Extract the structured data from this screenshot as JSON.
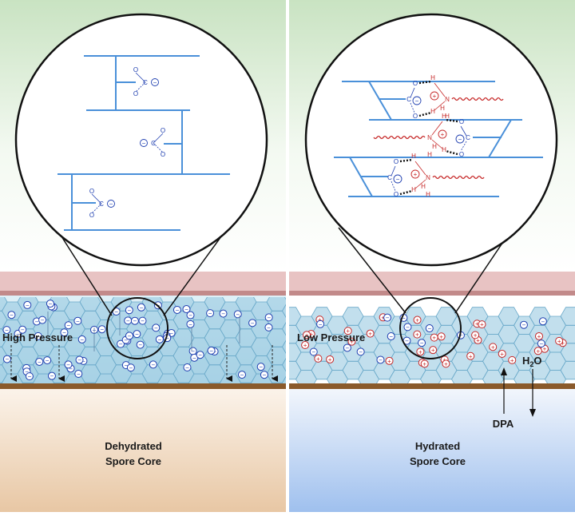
{
  "left_panel": {
    "pressure_label": "High Pressure",
    "core_label_line1": "Dehydrated",
    "core_label_line2": "Spore Core"
  },
  "right_panel": {
    "pressure_label": "Low Pressure",
    "core_label_line1": "Hydrated",
    "core_label_line2": "Spore Core",
    "dpa_label": "DPA",
    "water_label_main": "H",
    "water_label_sub": "2",
    "water_label_tail": "O"
  },
  "molecule": {
    "carbon": "C",
    "oxygen": "O",
    "nitrogen": "N",
    "hydrogen": "H",
    "minus": "−",
    "plus": "+"
  },
  "colors": {
    "top_gradient": "#c9e3c2",
    "membrane_pink": "#e8c3c3",
    "membrane_dark": "#c28a8a",
    "cortex_blue": "#cfe8f2",
    "hexagon": "#8fc4de",
    "core_brown": "#8a5a2b",
    "dehydrated_core": "#e9c9a8",
    "hydrated_core": "#a9c6ef",
    "anion_blue": "#1f3fb0",
    "cation_red": "#c62828",
    "lattice_blue": "#4a90d9"
  }
}
